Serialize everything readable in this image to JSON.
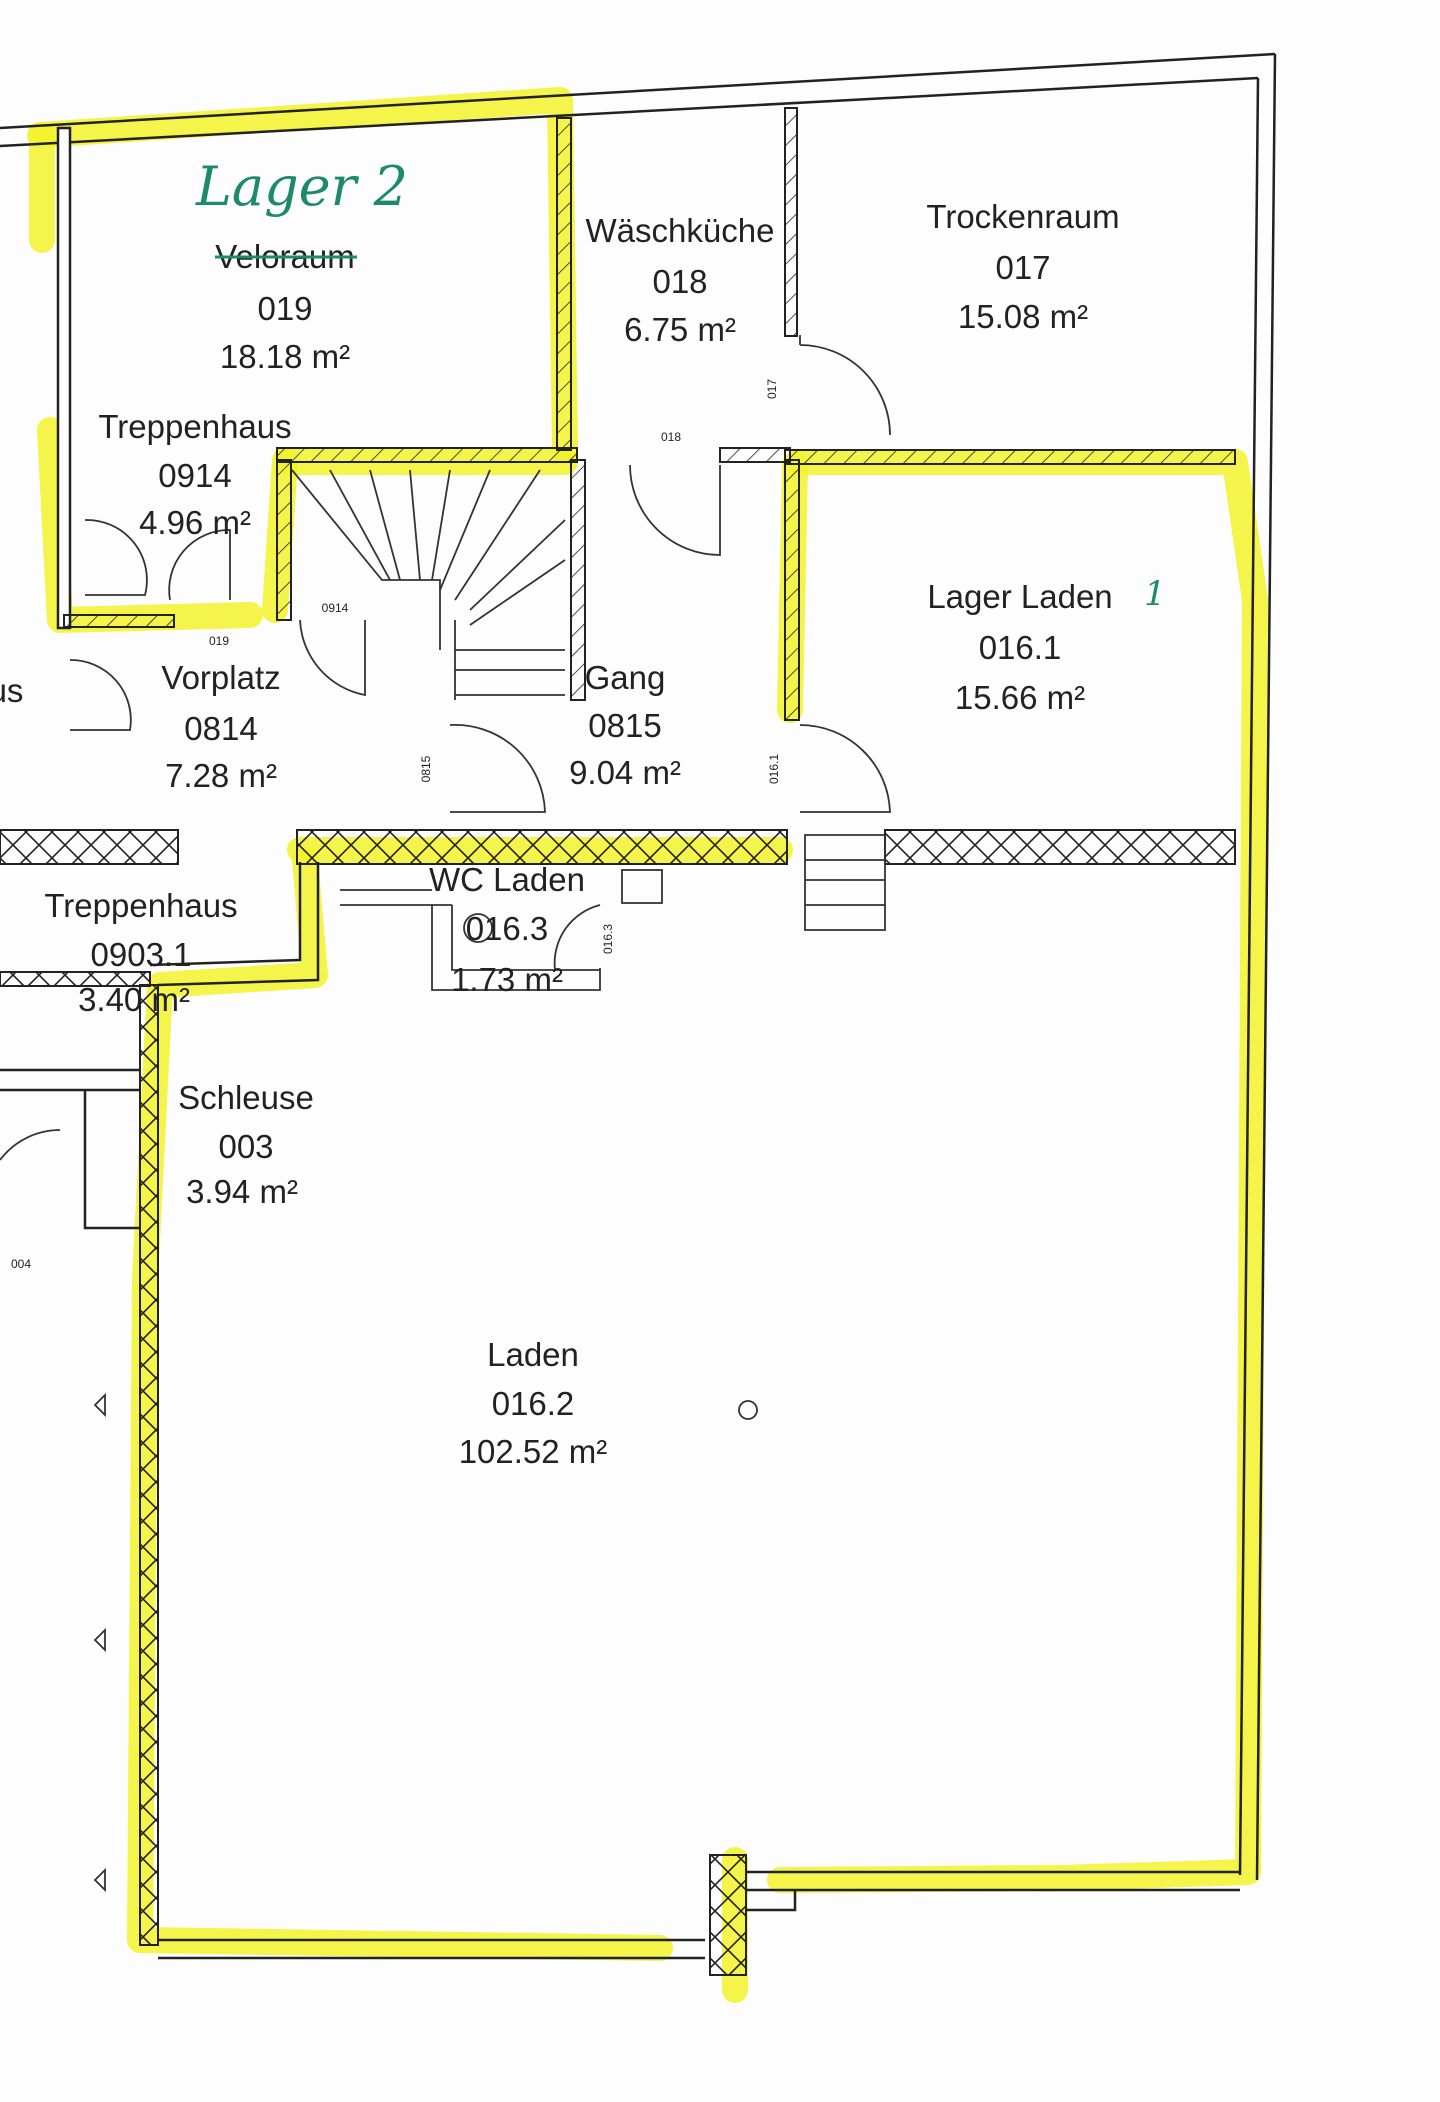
{
  "annotations": {
    "lager2": "Lager 2",
    "lager_laden_number": "1"
  },
  "rooms": [
    {
      "id": "veloraum",
      "name": "Veloraum",
      "number": "019",
      "area": "18.18 m²",
      "struck": true
    },
    {
      "id": "waschkueche",
      "name": "Wäschküche",
      "number": "018",
      "area": "6.75 m²"
    },
    {
      "id": "trockenraum",
      "name": "Trockenraum",
      "number": "017",
      "area": "15.08 m²"
    },
    {
      "id": "treppenhaus-0914",
      "name": "Treppenhaus",
      "number": "0914",
      "area": "4.96 m²"
    },
    {
      "id": "lager-laden",
      "name": "Lager Laden",
      "number": "016.1",
      "area": "15.66 m²"
    },
    {
      "id": "vorplatz",
      "name": "Vorplatz",
      "number": "0814",
      "area": "7.28 m²"
    },
    {
      "id": "gang",
      "name": "Gang",
      "number": "0815",
      "area": "9.04 m²"
    },
    {
      "id": "treppenhaus-0903",
      "name": "Treppenhaus",
      "number": "0903.1",
      "area": "3.40 m²"
    },
    {
      "id": "wc-laden",
      "name": "WC Laden",
      "number": "016.3",
      "area": "1.73 m²"
    },
    {
      "id": "schleuse",
      "name": "Schleuse",
      "number": "003",
      "area": "3.94 m²"
    },
    {
      "id": "laden",
      "name": "Laden",
      "number": "016.2",
      "area": "102.52 m²"
    }
  ],
  "partial_label": "us",
  "door_tags": [
    "019",
    "0914",
    "018",
    "017",
    "0815",
    "016.1",
    "016.3",
    "004"
  ],
  "colors": {
    "highlight": "#f2f22c",
    "handwriting": "#1d8a6a",
    "lines": "#222222"
  }
}
